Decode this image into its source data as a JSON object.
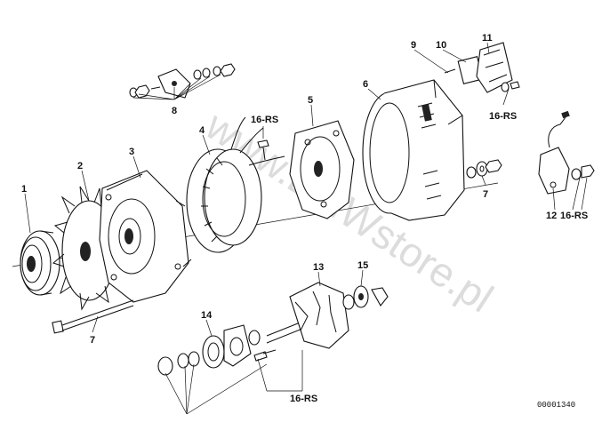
{
  "diagram": {
    "watermark": "www.BMWstore.pl",
    "reference_code": "00001340",
    "labels": {
      "p1": "1",
      "p2": "2",
      "p3": "3",
      "p4": "4",
      "p5": "5",
      "p6": "6",
      "p7a": "7",
      "p7b": "7",
      "p8": "8",
      "p9": "9",
      "p10": "10",
      "p11": "11",
      "p12": "12",
      "p13": "13",
      "p14": "14",
      "p15": "15",
      "rs_top": "16-RS",
      "rs_right": "16-RS",
      "rs_12": "16-RS",
      "rs_bottom": "16-RS"
    }
  }
}
